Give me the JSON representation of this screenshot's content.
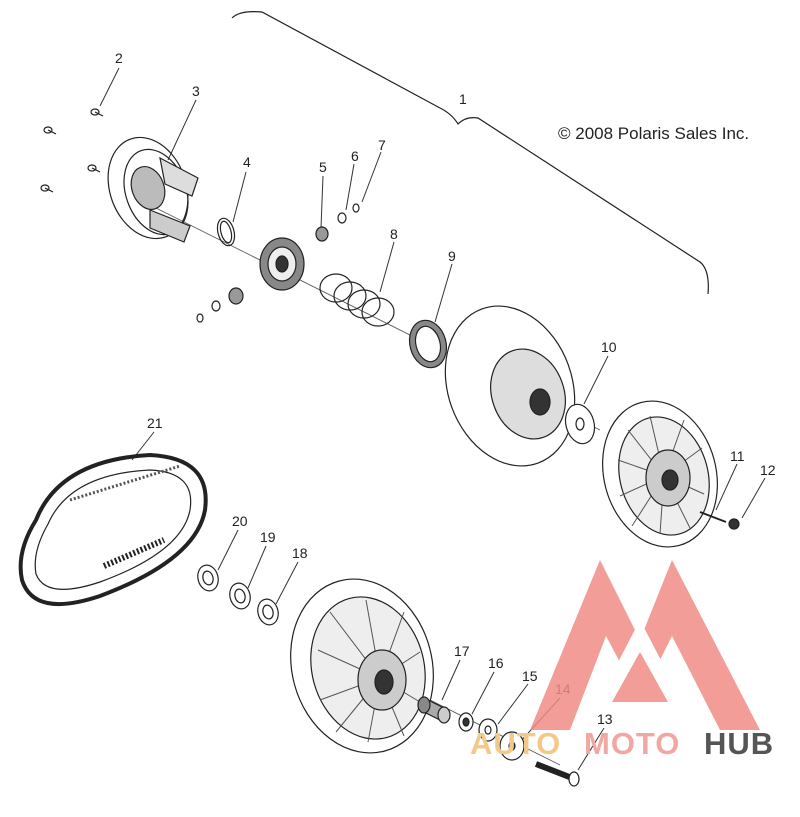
{
  "copyright": "© 2008 Polaris Sales Inc.",
  "callouts": [
    "1",
    "2",
    "3",
    "4",
    "5",
    "6",
    "7",
    "8",
    "9",
    "10",
    "11",
    "12",
    "13",
    "14",
    "15",
    "16",
    "17",
    "18",
    "19",
    "20",
    "21"
  ],
  "watermark": {
    "part1": "AUTO",
    "part2": "MOTO",
    "part3": "HUB",
    "colors": {
      "auto": "#f3c98a",
      "moto": "#f2a8a2",
      "hub": "#555555",
      "logo": "#f08c86"
    }
  },
  "icons": [
    "clutch-diagram-art",
    "watermark-logo-icon"
  ]
}
